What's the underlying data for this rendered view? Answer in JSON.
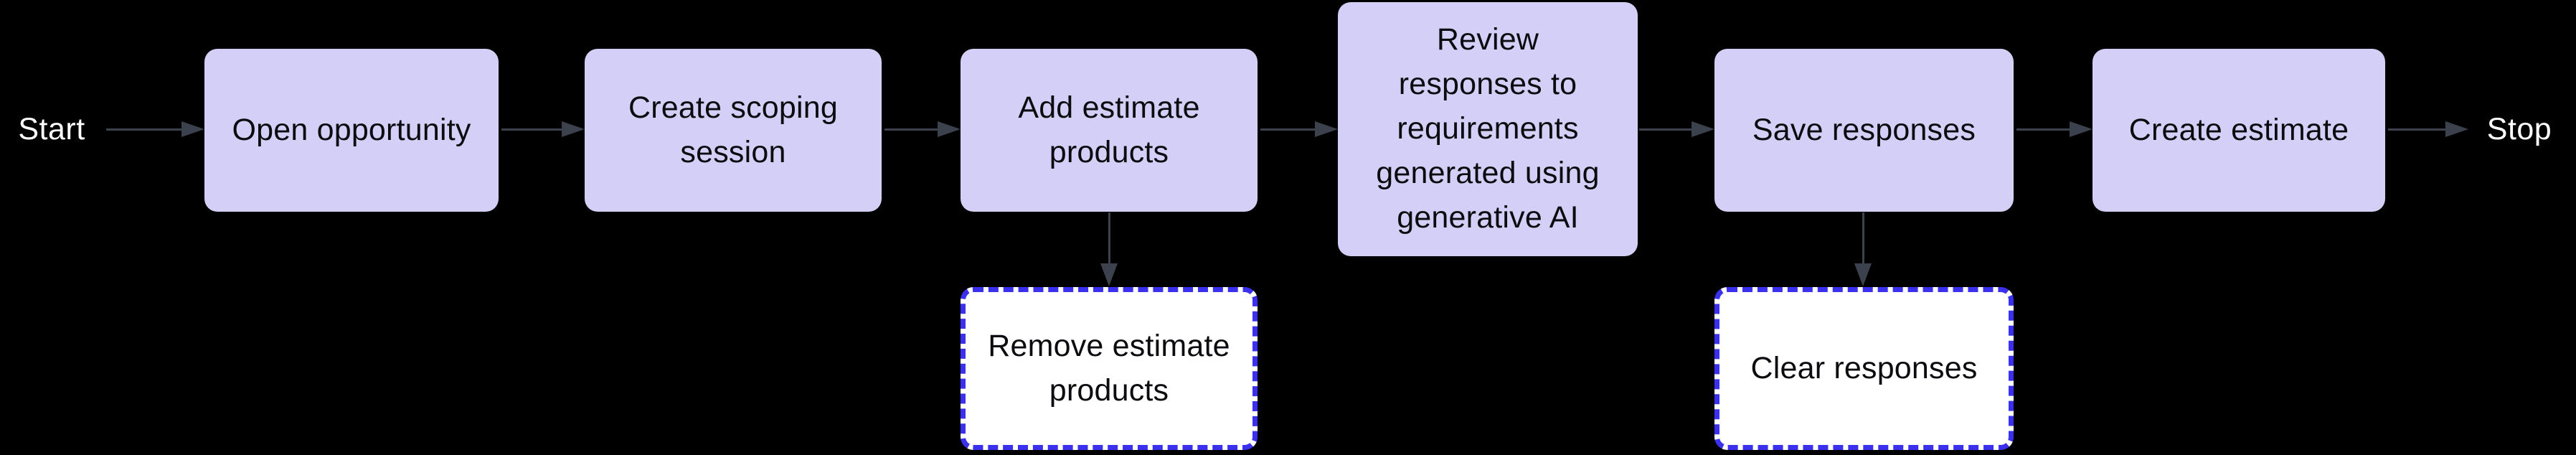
{
  "flowchart": {
    "start_label": "Start",
    "stop_label": "Stop",
    "steps": [
      {
        "id": "open-opportunity",
        "label": "Open opportunity"
      },
      {
        "id": "create-scoping-session",
        "label": "Create scoping\nsession"
      },
      {
        "id": "add-estimate-products",
        "label": "Add estimate\nproducts"
      },
      {
        "id": "review-responses",
        "label": "Review\nresponses to\nrequirements\ngenerated using\ngenerative AI"
      },
      {
        "id": "save-responses",
        "label": "Save responses"
      },
      {
        "id": "create-estimate",
        "label": "Create estimate"
      }
    ],
    "optional_steps": [
      {
        "id": "remove-estimate-products",
        "label": "Remove estimate\nproducts",
        "branches_from_step": "add-estimate-products"
      },
      {
        "id": "clear-responses",
        "label": "Clear responses",
        "branches_from_step": "save-responses"
      }
    ],
    "colors": {
      "background": "#000000",
      "step_fill": "#d4cff6",
      "step_text": "#0c0c10",
      "optional_fill": "#ffffff",
      "optional_border": "#3a30ee",
      "connector": "#3c424d",
      "terminal_text": "#ffffff"
    }
  }
}
